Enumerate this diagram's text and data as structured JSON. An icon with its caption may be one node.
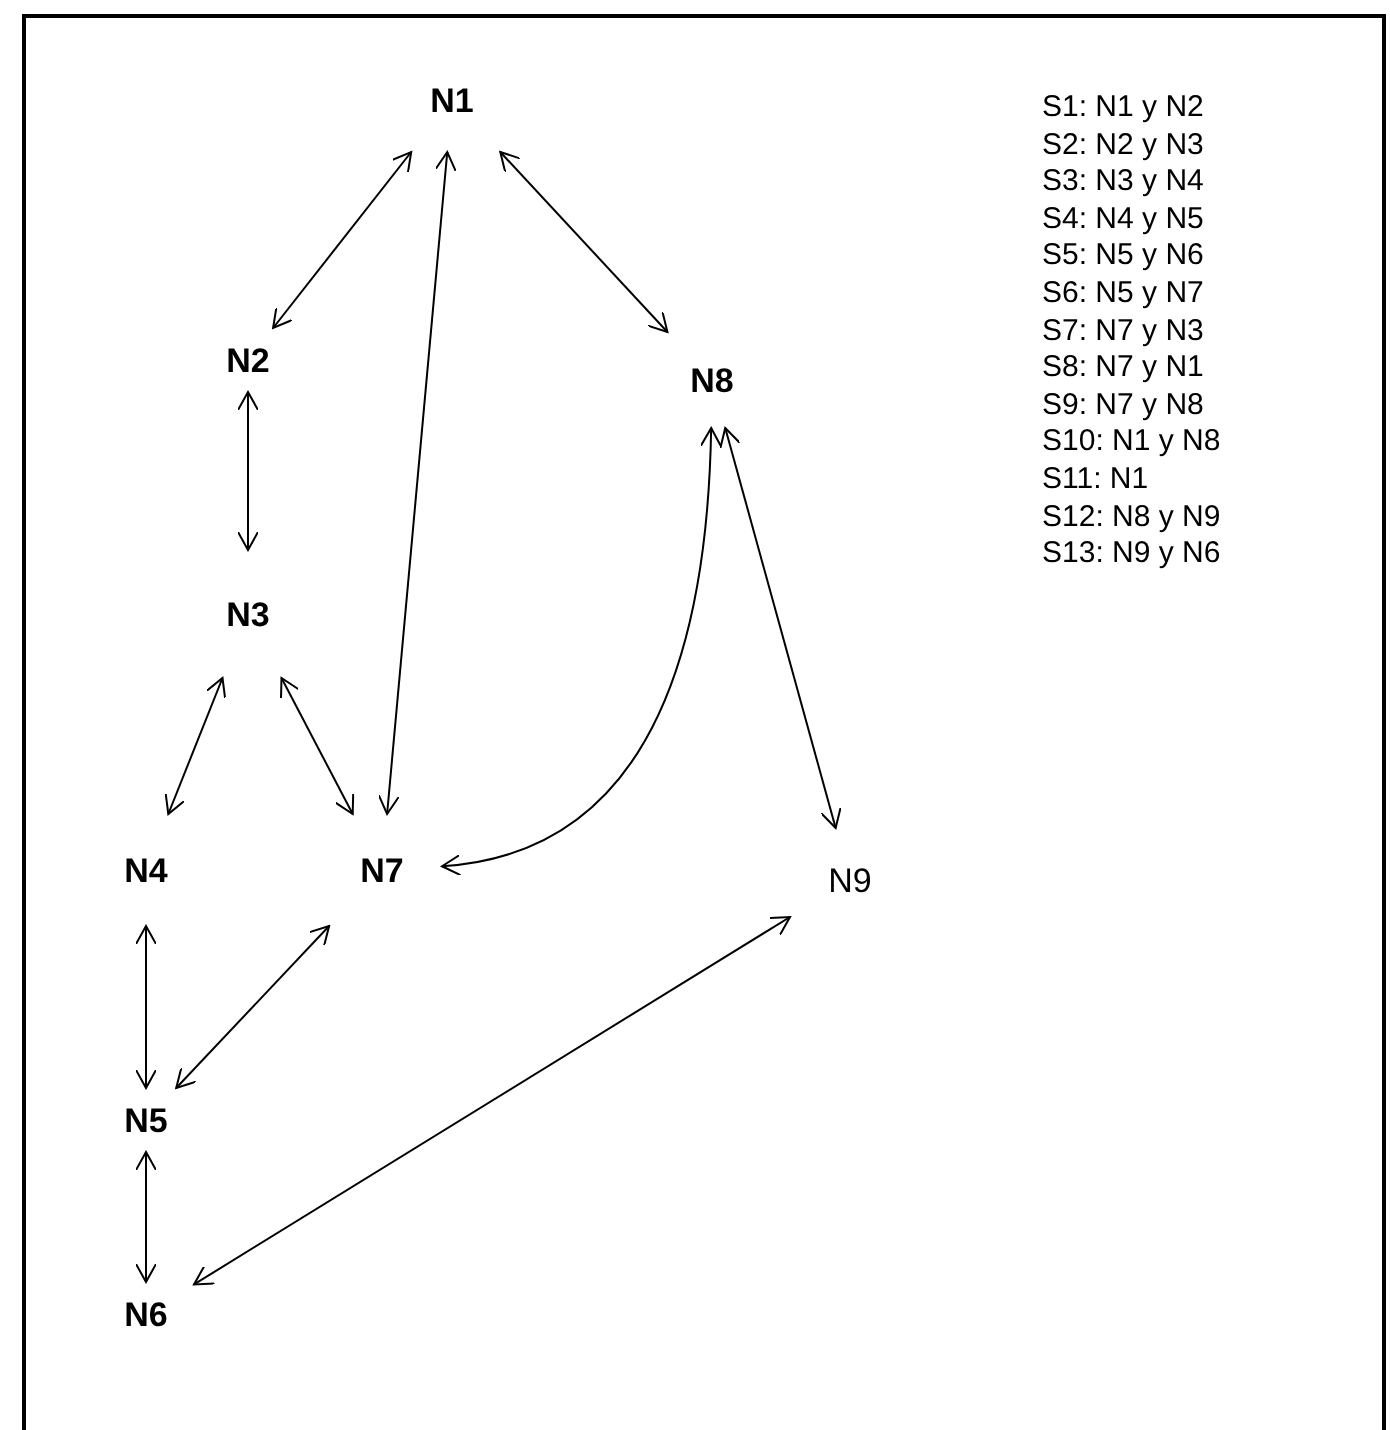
{
  "diagram": {
    "nodes": [
      {
        "text": [
          "N1"
        ]
      },
      {
        "text": [
          "N2"
        ]
      },
      {
        "text": [
          "N3"
        ]
      },
      {
        "text": [
          "N4"
        ]
      },
      {
        "text": [
          "N5"
        ]
      },
      {
        "text": [
          "N6"
        ]
      },
      {
        "text": [
          "N7"
        ]
      },
      {
        "text": [
          "N8"
        ]
      },
      {
        "text": [
          "N9"
        ]
      }
    ],
    "edges": [
      {
        "from": 0,
        "to": 1,
        "arrow": "both"
      },
      {
        "from": 1,
        "to": 2,
        "arrow": "both"
      },
      {
        "from": 2,
        "to": 3,
        "arrow": "both"
      },
      {
        "from": 3,
        "to": 4,
        "arrow": "both"
      },
      {
        "from": 4,
        "to": 5,
        "arrow": "both"
      },
      {
        "from": 4,
        "to": 6,
        "arrow": "both"
      },
      {
        "from": 6,
        "to": 2,
        "arrow": "both"
      },
      {
        "from": 6,
        "to": 0,
        "arrow": "both"
      },
      {
        "from": 6,
        "to": 7,
        "arrow": "both"
      },
      {
        "from": 0,
        "to": 7,
        "arrow": "both"
      },
      {
        "from": 7,
        "to": 8,
        "arrow": "both"
      },
      {
        "from": 8,
        "to": 5,
        "arrow": "both"
      }
    ],
    "labels": [
      "S1: N1 y N2",
      "S2: N2 y N3",
      "S3: N3 y N4",
      "S4: N4 y N5",
      "S5: N5 y N6",
      "S6: N5 y N7",
      "S7: N7 y N3",
      "S8: N7 y N1",
      "S9: N7 y N8",
      "S10: N1 y N8",
      "S11: N1",
      "S12: N8 y N9",
      "S13: N9 y N6"
    ]
  }
}
